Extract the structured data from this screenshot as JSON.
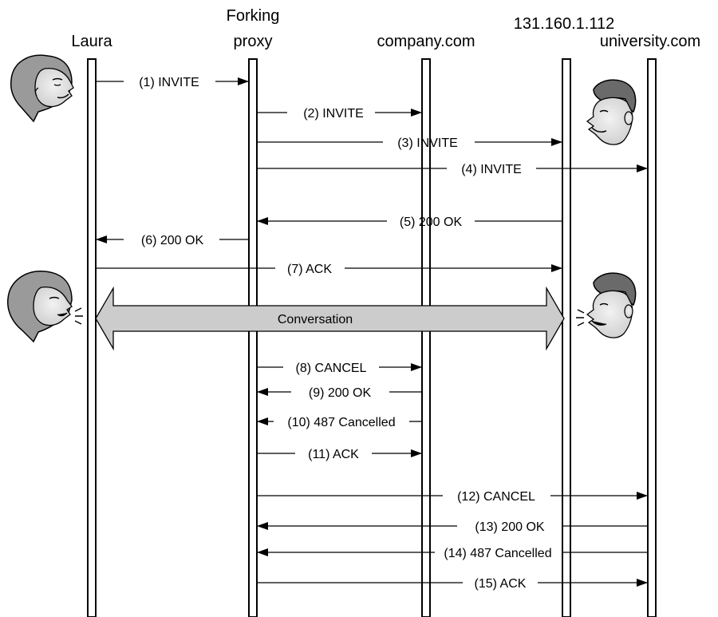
{
  "headers": {
    "laura": "Laura",
    "proxy_line1": "Forking",
    "proxy_line2": "proxy",
    "company": "company.com",
    "ip": "131.160.1.112",
    "university": "university.com"
  },
  "messages": [
    {
      "label": "(1) INVITE",
      "from": "laura",
      "to": "proxy"
    },
    {
      "label": "(2) INVITE",
      "from": "proxy",
      "to": "company"
    },
    {
      "label": "(3) INVITE",
      "from": "proxy",
      "to": "ip"
    },
    {
      "label": "(4) INVITE",
      "from": "proxy",
      "to": "university"
    },
    {
      "label": "(5) 200 OK",
      "from": "ip",
      "to": "proxy"
    },
    {
      "label": "(6) 200 OK",
      "from": "proxy",
      "to": "laura"
    },
    {
      "label": "(7) ACK",
      "from": "laura",
      "to": "ip"
    },
    {
      "label": "(8) CANCEL",
      "from": "proxy",
      "to": "company"
    },
    {
      "label": "(9) 200 OK",
      "from": "company",
      "to": "proxy"
    },
    {
      "label": "(10) 487 Cancelled",
      "from": "company",
      "to": "proxy"
    },
    {
      "label": "(11) ACK",
      "from": "proxy",
      "to": "company"
    },
    {
      "label": "(12) CANCEL",
      "from": "proxy",
      "to": "university"
    },
    {
      "label": "(13) 200 OK",
      "from": "university",
      "to": "proxy"
    },
    {
      "label": "(14) 487 Cancelled",
      "from": "university",
      "to": "proxy"
    },
    {
      "label": "(15) ACK",
      "from": "proxy",
      "to": "university"
    }
  ],
  "conversation_label": "Conversation",
  "figures": [
    {
      "name": "laura-face-icon"
    },
    {
      "name": "callee-face-icon"
    },
    {
      "name": "laura-talking-face-icon"
    },
    {
      "name": "callee-talking-face-icon"
    }
  ]
}
